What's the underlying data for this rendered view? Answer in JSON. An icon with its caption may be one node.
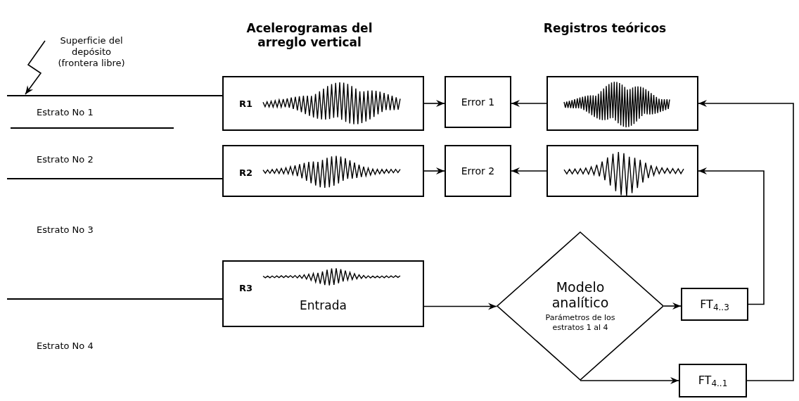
{
  "diagram": {
    "nodes": [
      {
        "text": [
          "R1"
        ]
      },
      {
        "text": [
          "Error 1"
        ]
      },
      {
        "text": [],
        "shape": "box"
      },
      {
        "text": [
          "R2"
        ]
      },
      {
        "text": [
          "Error 2"
        ]
      },
      {
        "text": [],
        "shape": "box"
      },
      {
        "text": [
          "R3",
          "Entrada"
        ]
      },
      {
        "text": [
          "Modelo analítico",
          "Parámetros de los estratos 1 al 4"
        ]
      },
      {
        "text": [
          "FT$_{4..3}$"
        ]
      },
      {
        "text": [
          "FT$_{4..1}$"
        ]
      },
      {
        "text": [
          "Superficie del depósito (frontera libre)"
        ]
      }
    ],
    "edges": [
      {
        "from": 0,
        "to": 1,
        "arrow": "to"
      },
      {
        "from": 2,
        "to": 1,
        "arrow": "to"
      },
      {
        "from": 3,
        "to": 4,
        "arrow": "to"
      },
      {
        "from": 5,
        "to": 4,
        "arrow": "to"
      },
      {
        "from": 6,
        "to": 7,
        "arrow": "to"
      },
      {
        "from": 7,
        "to": 8,
        "arrow": "to"
      },
      {
        "from": 7,
        "to": 9,
        "arrow": "to"
      },
      {
        "from": 8,
        "to": 5,
        "arrow": "to"
      },
      {
        "from": 9,
        "to": 2,
        "arrow": "to"
      },
      {
        "from": 10,
        "to": null,
        "arrow": "to"
      }
    ],
    "labels": [
      "Acelerogramas del arreglo vertical",
      "Registros teóricos",
      "Estrato No  1",
      "Estrato No  2",
      "Estrato No  3",
      "Estrato No  4"
    ]
  }
}
